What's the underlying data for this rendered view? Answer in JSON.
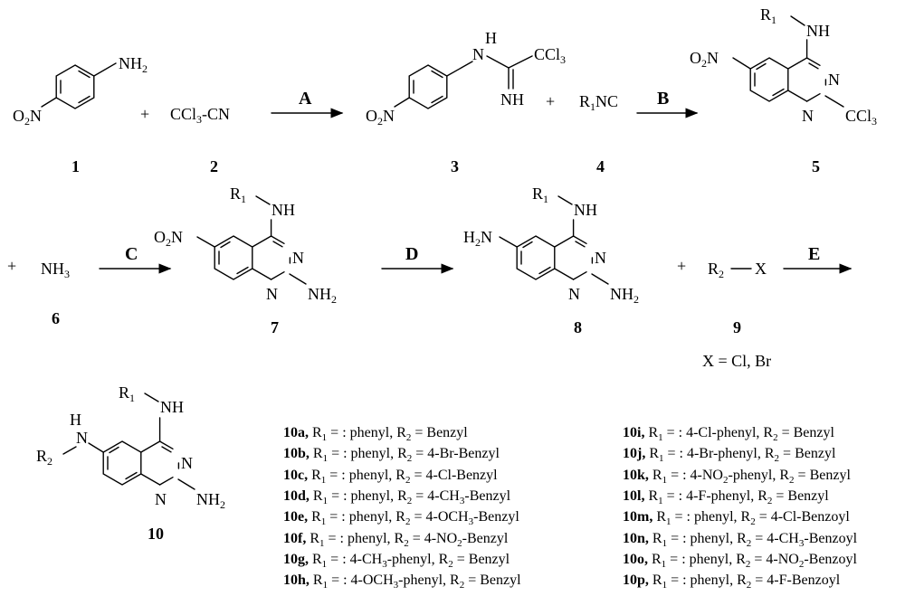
{
  "labels": {
    "c1": "1",
    "c2": "2",
    "c3": "3",
    "c4": "4",
    "c5": "5",
    "c6": "6",
    "c7": "7",
    "c8": "8",
    "c9": "9",
    "c10": "10"
  },
  "steps": {
    "A": "A",
    "B": "B",
    "C": "C",
    "D": "D",
    "E": "E"
  },
  "atoms": {
    "N": "N",
    "H": "H",
    "NH": "NH",
    "NH2": "NH",
    "NH2_sub": "2",
    "O": "O",
    "O2_sub": "2",
    "Cl": "Cl",
    "CCl": "CCl",
    "CCl3_sub": "3",
    "CN": "-CN",
    "R": "R",
    "R1_sub": "1",
    "R2_sub": "2",
    "NC": "NC",
    "X": "X"
  },
  "plus": "+",
  "note_x": "X = Cl, Br",
  "compounds_left": [
    {
      "id": "10a,",
      "r1": "phenyl",
      "r2": "Benzyl"
    },
    {
      "id": "10b,",
      "r1": "phenyl",
      "r2": "4-Br-Benzyl"
    },
    {
      "id": "10c,",
      "r1": "phenyl",
      "r2": "4-Cl-Benzyl"
    },
    {
      "id": "10d,",
      "r1": "phenyl",
      "r2": "4-CH3-Benzyl"
    },
    {
      "id": "10e,",
      "r1": "phenyl",
      "r2": "4-OCH3-Benzyl"
    },
    {
      "id": "10f,",
      "r1": "phenyl",
      "r2": "4-NO2-Benzyl"
    },
    {
      "id": "10g,",
      "r1": "4-CH3-phenyl",
      "r2": "Benzyl"
    },
    {
      "id": "10h,",
      "r1": "4-OCH3-phenyl",
      "r2": "Benzyl"
    }
  ],
  "compounds_right": [
    {
      "id": "10i,",
      "r1": "4-Cl-phenyl",
      "r2": "Benzyl"
    },
    {
      "id": "10j,",
      "r1": "4-Br-phenyl",
      "r2": "Benzyl"
    },
    {
      "id": "10k,",
      "r1": "4-NO2-phenyl",
      "r2": "Benzyl"
    },
    {
      "id": "10l,",
      "r1": "4-F-phenyl",
      "r2": "Benzyl"
    },
    {
      "id": "10m,",
      "r1": "phenyl",
      "r2": "4-Cl-Benzoyl"
    },
    {
      "id": "10n,",
      "r1": "phenyl",
      "r2": "4-CH3-Benzoyl"
    },
    {
      "id": "10o,",
      "r1": "phenyl",
      "r2": "4-NO2-Benzoyl"
    },
    {
      "id": "10p,",
      "r1": "phenyl",
      "r2": "4-F-Benzoyl"
    }
  ]
}
